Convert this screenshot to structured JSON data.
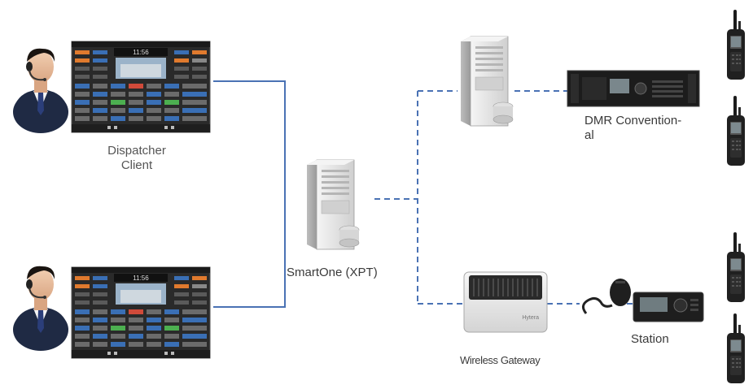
{
  "labels": {
    "dispatcher_line1": "Dispatcher",
    "dispatcher_line2": "Client",
    "smartone": "SmartOne (XPT)",
    "dmr_line1": "DMR Convention-",
    "dmr_line2": "al",
    "station": "Station",
    "wireless_gateway": "Wireless Gateway",
    "dispatcher_screen_time": "11:56",
    "gateway_brand": "Hytera"
  },
  "colors": {
    "solid_link": "#4a72b4",
    "dashed_link": "#4a72b4",
    "server_body": "#e8e8e8",
    "screen_bg": "#2a2a2a"
  },
  "icons": [
    "operator-headset-icon",
    "dispatch-console-screen-icon",
    "server-tower-icon",
    "repeater-icon",
    "two-way-radio-icon",
    "wireless-gateway-icon",
    "mobile-radio-icon"
  ]
}
